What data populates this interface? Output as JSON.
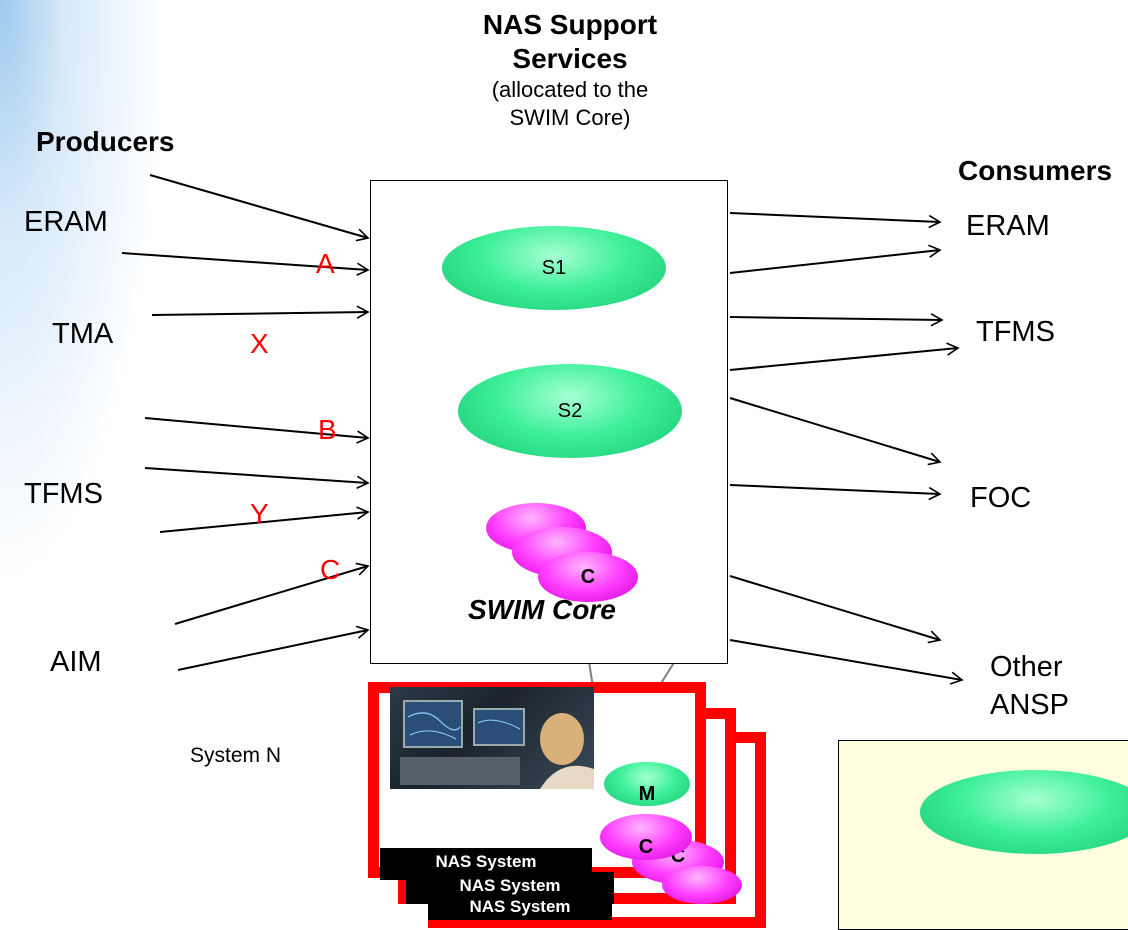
{
  "header": {
    "producers": "Producers",
    "consumers": "Consumers",
    "center_title": "NAS Support Services",
    "center_subtitle": "(allocated to the SWIM Core)"
  },
  "producers": [
    "ERAM",
    "TMA",
    "TFMS",
    "AIM"
  ],
  "consumers": [
    "ERAM",
    "TFMS",
    "FOC",
    "Other ANSP"
  ],
  "connectors": {
    "a": "A",
    "x": "X",
    "b": "B",
    "y": "Y",
    "c": "C"
  },
  "services": {
    "s1": "S1",
    "s2": "S2"
  },
  "core": {
    "label": "SWIM Core",
    "component_label": "C"
  },
  "system": {
    "label": "System N",
    "m_label": "M",
    "c_label": "C",
    "tag": "NAS System"
  },
  "colors": {
    "service_green": "#3ff09a",
    "component_magenta": "#ff3cff",
    "system_border_red": "#ff0000",
    "connector_label_red": "#ff0000",
    "legend_bg": "#ffffe0"
  }
}
